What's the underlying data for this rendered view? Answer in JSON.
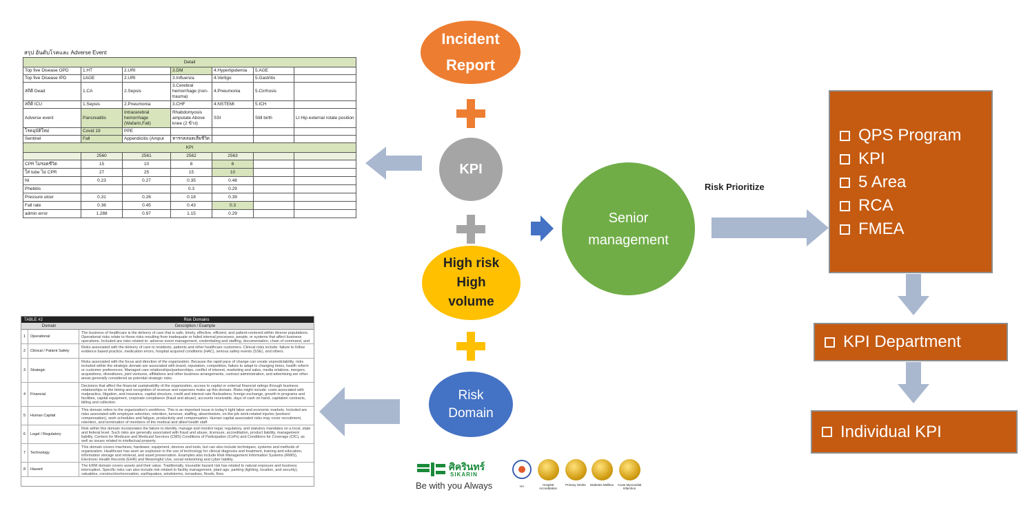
{
  "adverse_table": {
    "title": "สรุป อันดับโรคและ Adverse Event",
    "section_detail": "Detail",
    "section_kpi": "KPI",
    "rows": [
      {
        "label": "Top five Disease OPD",
        "cells": [
          "1.HT",
          "2.URI",
          "3.DM",
          "4.Hyperlipidemia",
          "5.AGE",
          ""
        ],
        "hl": [
          false,
          false,
          true,
          false,
          false,
          false
        ]
      },
      {
        "label": "Top five Disease IPD",
        "cells": [
          "1AGE",
          "2.URI",
          "3.Influenza",
          "4.Vertigo",
          "5.Gastritis",
          ""
        ],
        "hl": [
          false,
          false,
          false,
          false,
          false,
          false
        ]
      },
      {
        "label": "สถิติ Dead",
        "cells": [
          "1.CA",
          "2.Sepsis",
          "3.Cerebral hemorrhage (non-trauma)",
          "4.Pneumonia",
          "5.Cirrhosis",
          ""
        ],
        "hl": [
          false,
          false,
          false,
          false,
          false,
          false
        ]
      },
      {
        "label": "สถิติ ICU",
        "cells": [
          "1.Sepsis",
          "2.Pneumonia",
          "3.CHF",
          "4.NSTEMI",
          "5.ICH",
          ""
        ],
        "hl": [
          false,
          false,
          false,
          false,
          false,
          false
        ]
      },
      {
        "label": "Adverse event",
        "cells": [
          "Pancreatitis",
          "Intracerebral hemorrhage (Wafarin,Fall)",
          "Rhabdomyosis amputate Above knee (2 ข้าง)",
          "SSI",
          "Still birth",
          "Lt Hip external rotate position"
        ],
        "hl": [
          true,
          true,
          false,
          false,
          false,
          false
        ]
      },
      {
        "label": "โรคอุบัติใหม่",
        "cells": [
          "Covid 19",
          "PPE",
          "",
          "",
          "",
          ""
        ],
        "hl": [
          true,
          false,
          false,
          false,
          false,
          false
        ]
      },
      {
        "label": "Sentinel",
        "cells": [
          "Fall",
          "Appendicitis (Amput",
          "ทารกคลอดเสียชีวิต",
          "",
          "",
          ""
        ],
        "hl": [
          true,
          false,
          false,
          false,
          false,
          false
        ]
      }
    ],
    "years": [
      "2560",
      "2561",
      "2562",
      "2563"
    ],
    "kpi_rows": [
      {
        "label": "CPR ไม่รอดชีวิต",
        "values": [
          "15",
          "10",
          "8",
          "6"
        ],
        "hl": [
          false,
          false,
          false,
          true
        ]
      },
      {
        "label": "ใส่ tube ไม่ CPR",
        "values": [
          "27",
          "25",
          "15",
          "10"
        ],
        "hl": [
          false,
          false,
          false,
          true
        ]
      },
      {
        "label": "NI",
        "values": [
          "0.23",
          "0.27",
          "0.35",
          "0.48"
        ],
        "hl": [
          false,
          false,
          false,
          false
        ]
      },
      {
        "label": "Phebitis",
        "values": [
          "",
          "",
          "0.3",
          "0.29"
        ],
        "hl": [
          false,
          false,
          false,
          false
        ]
      },
      {
        "label": "Pressure ulcer",
        "values": [
          "0.31",
          "0.26",
          "0.18",
          "0.39"
        ],
        "hl": [
          false,
          false,
          false,
          false
        ]
      },
      {
        "label": "Fall rate",
        "values": [
          "0.36",
          "0.45",
          "0.43",
          "0.3"
        ],
        "hl": [
          false,
          false,
          false,
          true
        ]
      },
      {
        "label": "admin error",
        "values": [
          "1.288",
          "0.97",
          "1.15",
          "0.29"
        ],
        "hl": [
          false,
          false,
          false,
          false
        ]
      }
    ]
  },
  "risk_domain_table": {
    "table_no": "TABLE #2",
    "table_title": "Risk Domains",
    "col_domain": "Domain",
    "col_desc": "Description / Example",
    "rows": [
      {
        "num": "1",
        "domain": "Operational",
        "desc": "The business of healthcare is the delivery of care that is safe, timely, effective, efficient, and patient-centered within diverse populations. Operational risks relate to those risks resulting from inadequate or failed internal processes, people, or systems that affect business operations. Included are risks related to: adverse event management, credentialing and staffing, documentation, chain of command, and deviation from practice."
      },
      {
        "num": "2",
        "domain": "Clinical / Patient Safety",
        "desc": "Risks associated with the delivery of care to residents, patients and other healthcare customers. Clinical risks include: failure to follow evidence based practice, medication errors, hospital acquired conditions (HAC), serious safety events (SSE), and others."
      },
      {
        "num": "3",
        "domain": "Strategic",
        "desc": "Risks associated with the focus and direction of the organization. Because the rapid pace of change can create unpredictability, risks included within the strategic domain are associated with brand, reputation, competition, failure to adapt to changing times, health reform or customer preferences. Managed care relationships/partnerships, conflict of interest, marketing and sales, media relations, mergers, acquisitions, divestitures, joint ventures, affiliations and other business arrangements, contract administration, and advertising are other areas generally considered as potential strategic risks."
      },
      {
        "num": "4",
        "domain": "Financial",
        "desc": "Decisions that affect the financial sustainability of the organization, access to capital or external financial ratings through business relationships or the timing and recognition of revenue and expenses make up this domain. Risks might include: costs associated with malpractice, litigation, and insurance, capital structure, credit and interest rate fluctuations, foreign exchange, growth in programs and facilities, capital equipment, corporate compliance (fraud and abuse), accounts receivable, days of cash on hand, capitation contracts, billing and collection."
      },
      {
        "num": "5",
        "domain": "Human Capital",
        "desc": "This domain refers to the organization's workforce. This is an important issue in today's tight labor and economic markets. Included are risks associated with employee selection, retention, turnover, staffing, absenteeism, on-the-job work-related injuries (workers' compensation), work schedules and fatigue, productivity and compensation. Human capital associated risks may cover recruitment, retention, and termination of members of the medical and allied health staff."
      },
      {
        "num": "6",
        "domain": "Legal / Regulatory",
        "desc": "Risk within this domain incorporates the failure to identify, manage and monitor legal, regulatory, and statutory mandates on a local, state and federal level. Such risks are generally associated with fraud and abuse, licensure, accreditation, product liability, management liability, Centers for Medicare and Medicaid Services (CMS) Conditions of Participation (CoPs) and Conditions for Coverage (CfC), as well as issues related to intellectual property."
      },
      {
        "num": "7",
        "domain": "Technology",
        "desc": "This domain covers machines, hardware, equipment, devices and tools, but can also include techniques, systems and methods of organization. Healthcare has seen an explosion in the use of technology for clinical diagnosis and treatment, training and education, information storage and retrieval, and asset preservation. Examples also include Risk Management Information Systems (RMIS), Electronic Health Records (EHR) and Meaningful Use, social networking and cyber liability."
      },
      {
        "num": "8",
        "domain": "Hazard",
        "desc": "The ERM domain covers assets and their value. Traditionally, insurable hazard risk has related to natural exposure and business interruption. Specific risks can also include risk related to facility management, plant age, parking (lighting, location, and security), valuables, construction/renovation, earthquakes, windstorms, tornadoes, floods, fires."
      }
    ]
  },
  "center": {
    "incident": [
      "Incident",
      "Report"
    ],
    "kpi": "KPI",
    "high_risk": [
      "High risk",
      "High",
      "volume"
    ],
    "risk_domain": [
      "Risk",
      "Domain"
    ],
    "senior": [
      "Senior",
      "management"
    ]
  },
  "risk_prioritize": "Risk Prioritize",
  "qps_box": {
    "items": [
      "QPS Program",
      "KPI",
      "5 Area",
      "RCA",
      "FMEA"
    ]
  },
  "kpi_department": "KPI Department",
  "individual_kpi": "Individual KPI",
  "logo": {
    "brand_thai": "ศิครินทร์",
    "brand": "SIKARIN",
    "tagline": "Be with you Always"
  },
  "medals": [
    "HA",
    "Hospital Accreditation",
    "Primary Stroke",
    "Diabetes Mellitus",
    "Acute Myocardial Infarction"
  ],
  "colors": {
    "incident": "#ed7d31",
    "kpi": "#a5a5a5",
    "high_risk": "#ffc000",
    "risk_domain": "#4472c4",
    "senior": "#70ad47",
    "orange_box": "#c55a11",
    "arrow": "#a9b8cf"
  }
}
